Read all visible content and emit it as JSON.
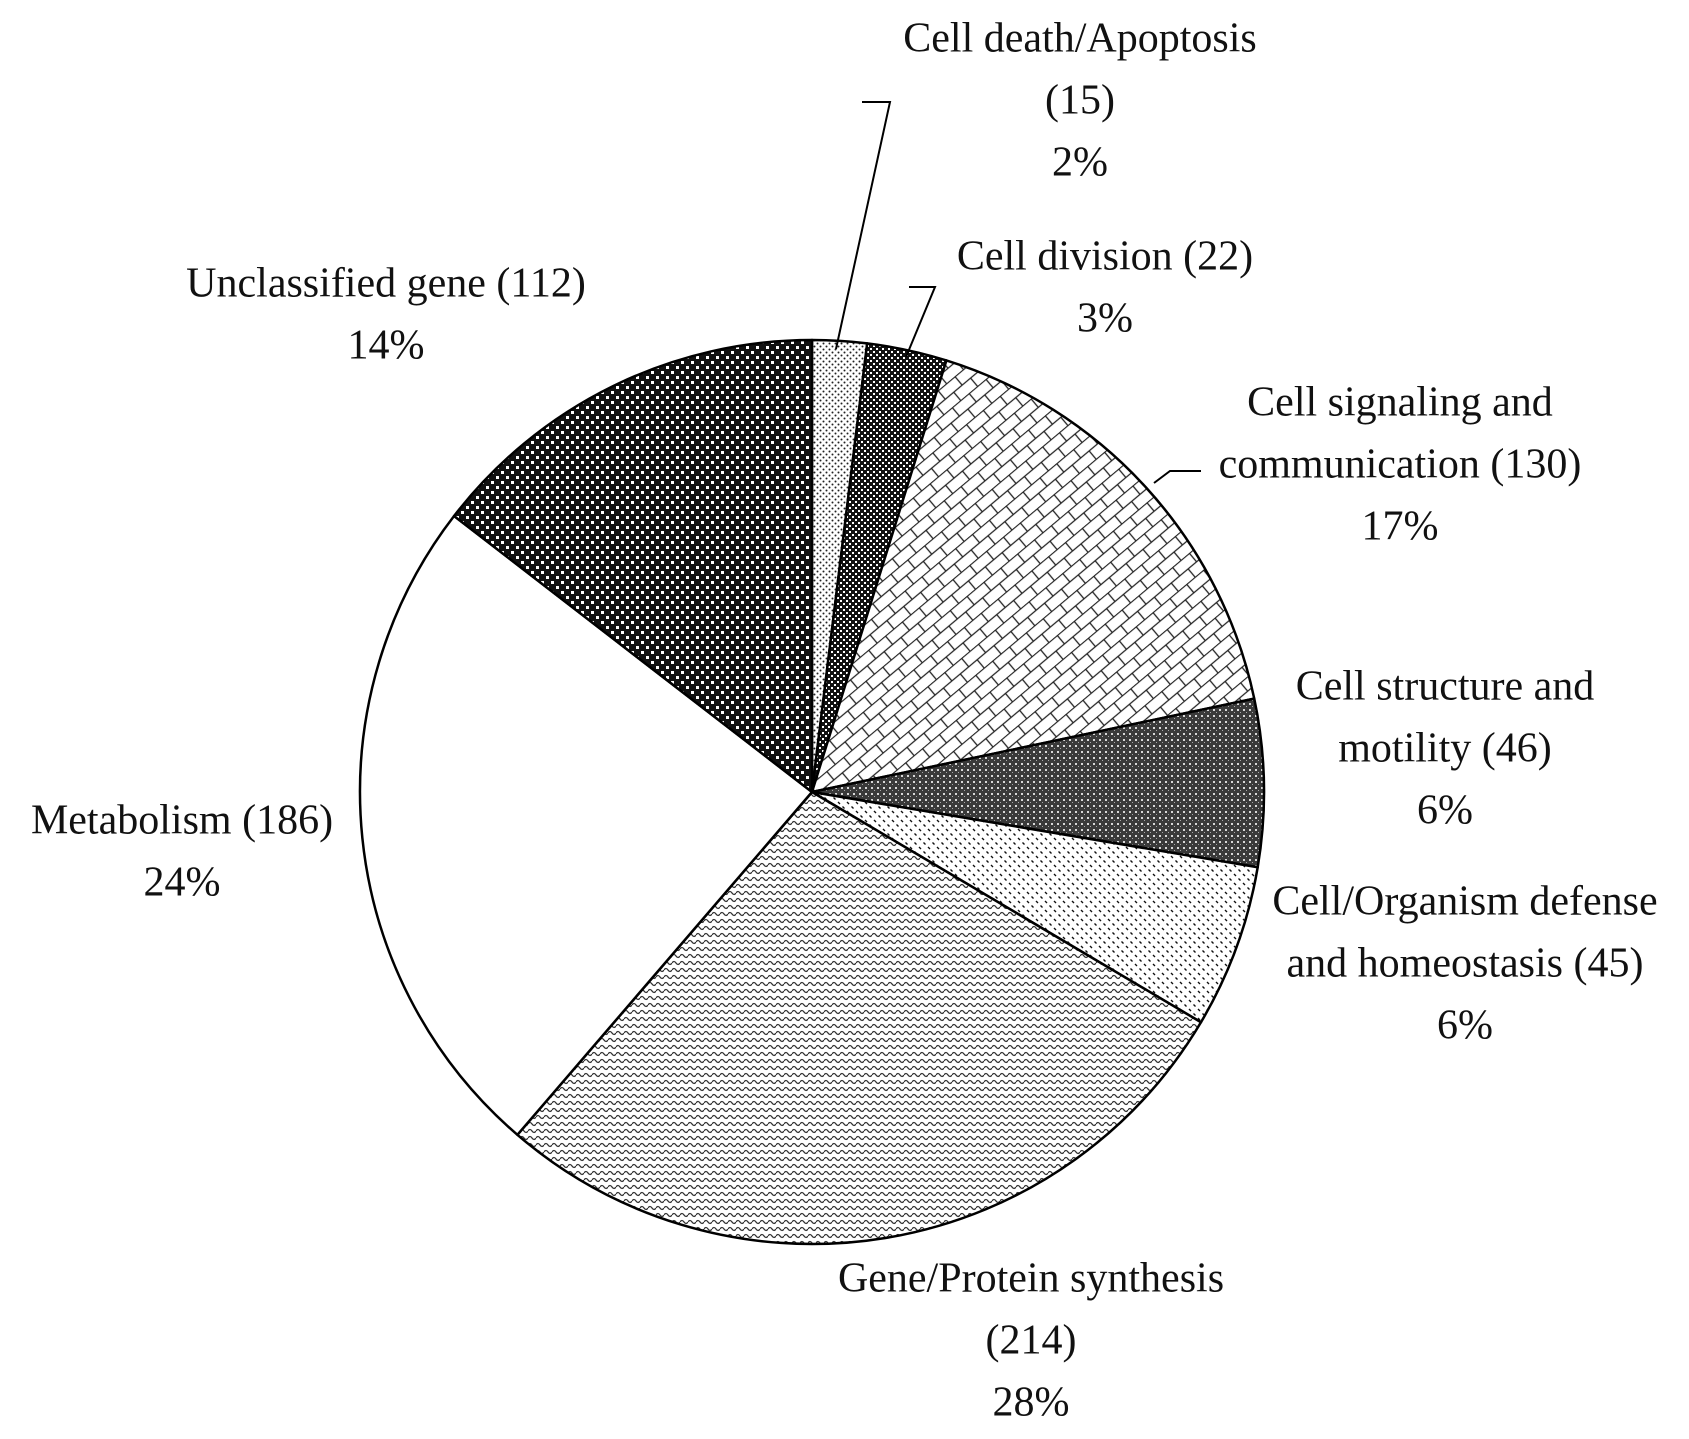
{
  "chart_data": {
    "type": "pie",
    "title": "",
    "start_angle_deg": 0,
    "direction": "clockwise",
    "legend": "none",
    "slices": [
      {
        "label_lines": [
          "Cell death/Apoptosis",
          "(15)"
        ],
        "count": 15,
        "percent": "2%",
        "pattern": "fine-dots"
      },
      {
        "label_lines": [
          "Cell division (22)"
        ],
        "count": 22,
        "percent": "3%",
        "pattern": "dark-checker"
      },
      {
        "label_lines": [
          "Cell signaling and",
          "communication (130)"
        ],
        "count": 130,
        "percent": "17%",
        "pattern": "brick"
      },
      {
        "label_lines": [
          "Cell structure and",
          "motility (46)"
        ],
        "count": 46,
        "percent": "6%",
        "pattern": "dark-grid"
      },
      {
        "label_lines": [
          "Cell/Organism defense",
          "and homeostasis (45)"
        ],
        "count": 45,
        "percent": "6%",
        "pattern": "sparse-dots"
      },
      {
        "label_lines": [
          "Gene/Protein synthesis",
          "(214)"
        ],
        "count": 214,
        "percent": "28%",
        "pattern": "waves"
      },
      {
        "label_lines": [
          "Metabolism (186)"
        ],
        "count": 186,
        "percent": "24%",
        "pattern": "none"
      },
      {
        "label_lines": [
          "Unclassified gene (112)"
        ],
        "count": 112,
        "percent": "14%",
        "pattern": "bold-checker"
      }
    ],
    "colors": {
      "stroke": "#000000",
      "text": "#111111",
      "background": "#ffffff"
    }
  }
}
